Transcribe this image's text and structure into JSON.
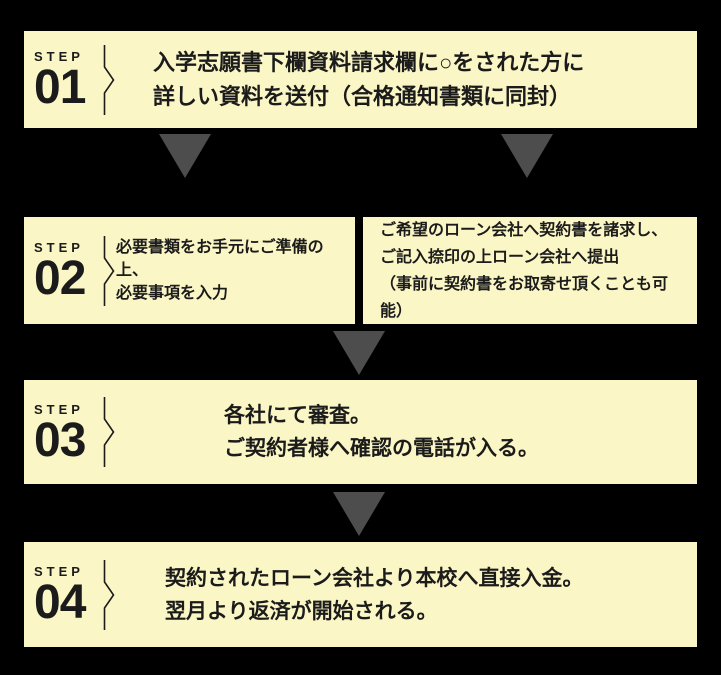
{
  "colors": {
    "page_background": "#000000",
    "box_background": "#FBF6C5",
    "text": "#1B1B1B",
    "arrow": "#4D4D4D"
  },
  "steps": {
    "step1": {
      "label": "STEP",
      "number": "01",
      "lines": {
        "0": "入学志願書下欄資料請求欄に○をされた方に",
        "1": "詳しい資料を送付（合格通知書類に同封）"
      }
    },
    "step2": {
      "label": "STEP",
      "number": "02",
      "lines": {
        "0": "必要書類をお手元にご準備の上、",
        "1": "必要事項を入力"
      }
    },
    "step2_side": {
      "lines": {
        "0": "ご希望のローン会社へ契約書を諸求し、",
        "1": "ご記入捺印の上ローン会社へ提出",
        "2": "（事前に契約書をお取寄せ頂くことも可能）"
      }
    },
    "step3": {
      "label": "STEP",
      "number": "03",
      "lines": {
        "0": "各社にて審査。",
        "1": "ご契約者様へ確認の電話が入る。"
      }
    },
    "step4": {
      "label": "STEP",
      "number": "04",
      "lines": {
        "0": "契約されたローン会社より本校へ直接入金。",
        "1": "翌月より返済が開始される。"
      }
    }
  }
}
